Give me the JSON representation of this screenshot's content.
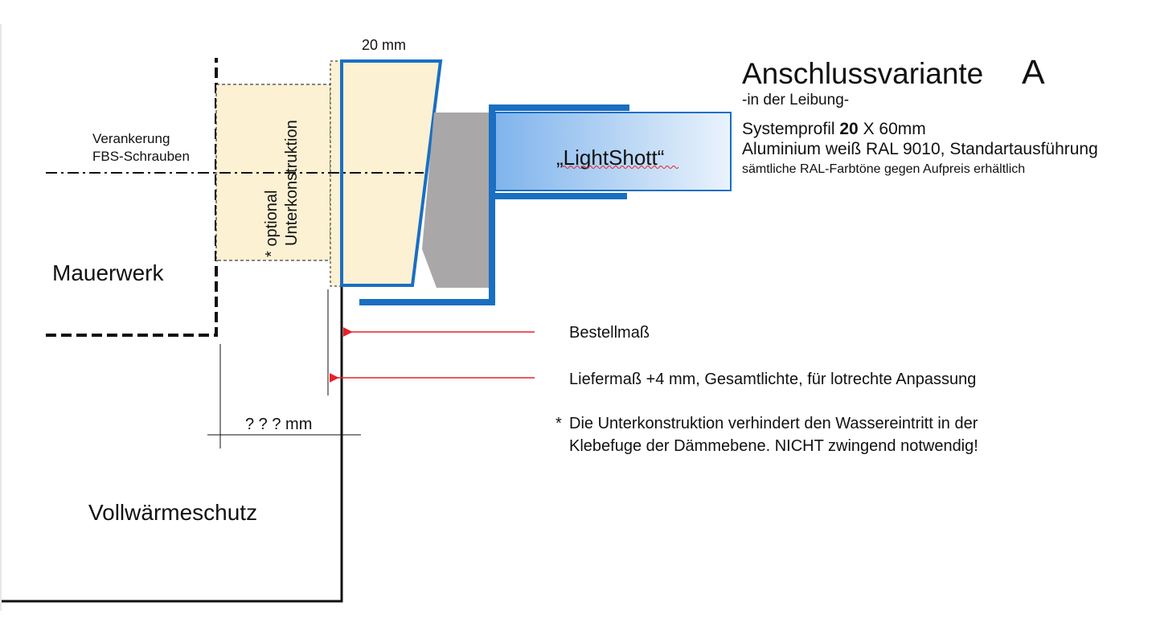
{
  "title": {
    "main": "Anschlussvariante",
    "variant": "A",
    "subtitle": "-in der Leibung-"
  },
  "spec": {
    "profile_prefix": "Systemprofil ",
    "profile_bold": "20",
    "profile_suffix": " X 60mm",
    "material": "Aluminium weiß RAL 9010, Standartausführung",
    "colors_note": "sämtliche  RAL-Farbtöne gegen Aufpreis erhältlich"
  },
  "labels": {
    "top_dimension": "20 mm",
    "anchoring_line1": "Verankerung",
    "anchoring_line2": "FBS-Schrauben",
    "optional_line1": "* optional",
    "optional_line2": "Unterkonstruktion",
    "masonry": "Mauerwerk",
    "insulation": "Vollwärmeschutz",
    "unknown_dimension": "? ? ? mm",
    "product_name": "„LightShott“"
  },
  "legend": {
    "order_size": "Bestellmaß",
    "delivery_size": "Liefermaß +4 mm, Gesamtlichte, für lotrechte Anpassung",
    "note_star": "*",
    "note_line1": "Die Unterkonstruktion verhindert den Wassereintritt in der",
    "note_line2": "Klebefuge der Dämmebene. NICHT zwingend notwendig!"
  },
  "colors": {
    "insulation_fill": "#fdf1d3",
    "profile_blue": "#1a6fc2",
    "glass_gradient_start": "#7fb4ec",
    "glass_gradient_end": "#eaf3fc",
    "gasket_gray": "#a9a7a8",
    "arrow_red": "#e8202a"
  }
}
